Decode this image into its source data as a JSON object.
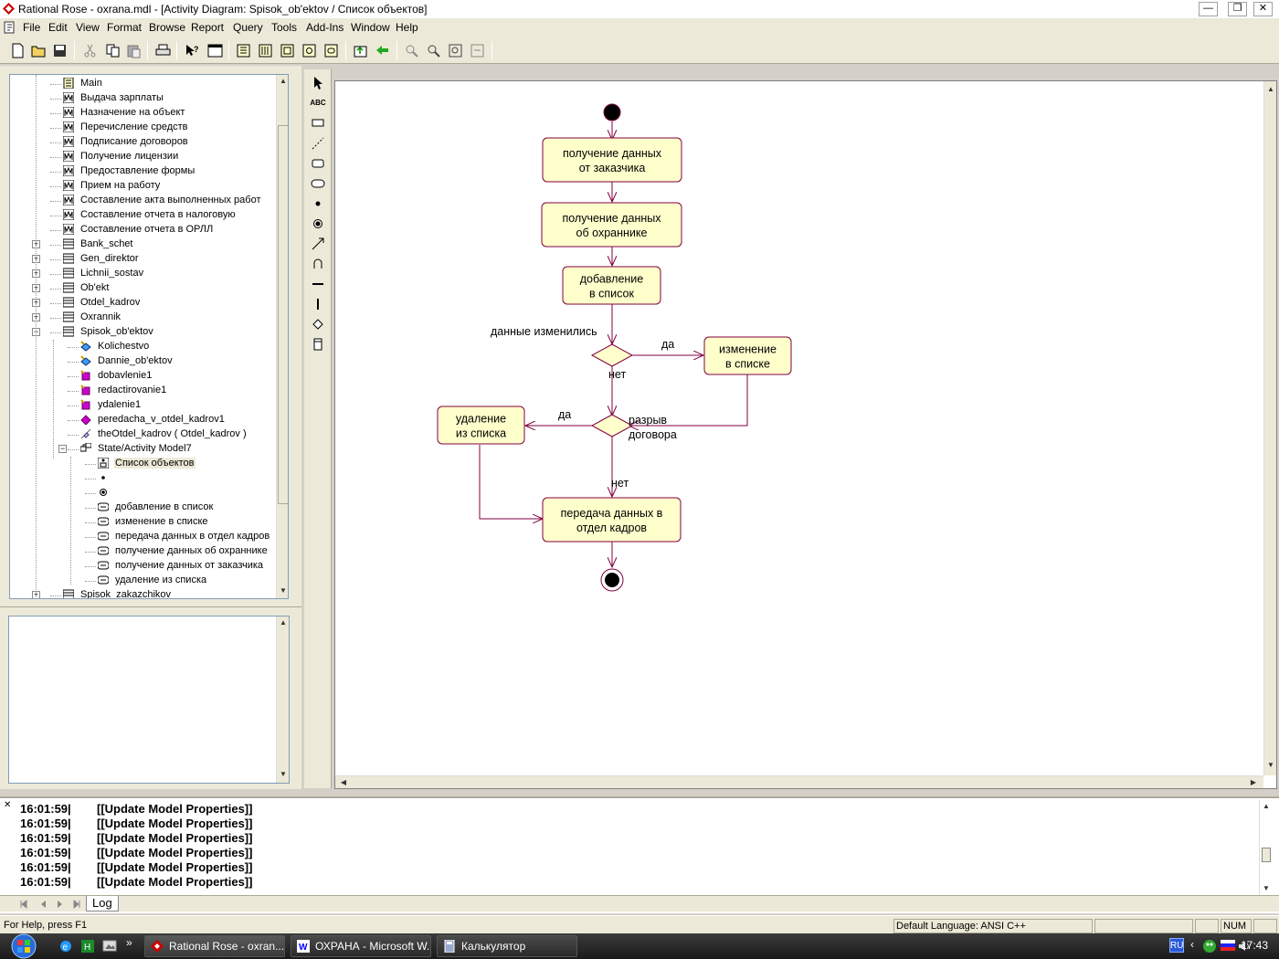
{
  "window": {
    "title": "Rational Rose - oxrana.mdl - [Activity Diagram: Spisok_ob'ektov / Список объектов]",
    "min_glyph": "—",
    "max_glyph": "❐",
    "close_glyph": "✕"
  },
  "menu": [
    "File",
    "Edit",
    "View",
    "Format",
    "Browse",
    "Report",
    "Query",
    "Tools",
    "Add-Ins",
    "Window",
    "Help"
  ],
  "tree": {
    "items": [
      {
        "label": "Main",
        "icon": "class-diagram-icon",
        "indent": 0,
        "expander": ""
      },
      {
        "label": "Выдача зарплаты",
        "icon": "activity-diagram-icon",
        "indent": 0,
        "expander": ""
      },
      {
        "label": "Назначение на объект",
        "icon": "activity-diagram-icon",
        "indent": 0,
        "expander": ""
      },
      {
        "label": "Перечисление средств",
        "icon": "activity-diagram-icon",
        "indent": 0,
        "expander": ""
      },
      {
        "label": "Подписание договоров",
        "icon": "activity-diagram-icon",
        "indent": 0,
        "expander": ""
      },
      {
        "label": "Получение лицензии",
        "icon": "activity-diagram-icon",
        "indent": 0,
        "expander": ""
      },
      {
        "label": "Предоставление формы",
        "icon": "activity-diagram-icon",
        "indent": 0,
        "expander": ""
      },
      {
        "label": "Прием на работу",
        "icon": "activity-diagram-icon",
        "indent": 0,
        "expander": ""
      },
      {
        "label": "Составление акта выполненных работ",
        "icon": "activity-diagram-icon",
        "indent": 0,
        "expander": ""
      },
      {
        "label": "Составление отчета в налоговую",
        "icon": "activity-diagram-icon",
        "indent": 0,
        "expander": ""
      },
      {
        "label": "Составление отчета в ОРЛЛ",
        "icon": "activity-diagram-icon",
        "indent": 0,
        "expander": ""
      },
      {
        "label": "Bank_schet",
        "icon": "class-icon",
        "indent": 0,
        "expander": "+"
      },
      {
        "label": "Gen_direktor",
        "icon": "class-icon",
        "indent": 0,
        "expander": "+"
      },
      {
        "label": "Lichnii_sostav",
        "icon": "class-icon",
        "indent": 0,
        "expander": "+"
      },
      {
        "label": "Ob'ekt",
        "icon": "class-icon",
        "indent": 0,
        "expander": "+"
      },
      {
        "label": "Otdel_kadrov",
        "icon": "class-icon",
        "indent": 0,
        "expander": "+"
      },
      {
        "label": "Oxrannik",
        "icon": "class-icon",
        "indent": 0,
        "expander": "+"
      },
      {
        "label": "Spisok_ob'ektov",
        "icon": "class-icon",
        "indent": 0,
        "expander": "−"
      },
      {
        "label": "Kolichestvo",
        "icon": "attribute-icon",
        "indent": 1,
        "expander": ""
      },
      {
        "label": "Dannie_ob'ektov",
        "icon": "attribute-icon",
        "indent": 1,
        "expander": ""
      },
      {
        "label": "dobavlenie1",
        "icon": "operation-icon",
        "indent": 1,
        "expander": ""
      },
      {
        "label": "redactirovanie1",
        "icon": "operation-icon",
        "indent": 1,
        "expander": ""
      },
      {
        "label": "ydalenie1",
        "icon": "operation-icon",
        "indent": 1,
        "expander": ""
      },
      {
        "label": "peredacha_v_otdel_kadrov1",
        "icon": "operation-public-icon",
        "indent": 1,
        "expander": ""
      },
      {
        "label": "theOtdel_kadrov ( Otdel_kadrov )",
        "icon": "association-role-icon",
        "indent": 1,
        "expander": ""
      },
      {
        "label": "State/Activity Model7",
        "icon": "state-model-icon",
        "indent": 1,
        "expander": "−"
      },
      {
        "label": "Список объектов",
        "icon": "activity-diagram-selected-icon",
        "indent": 2,
        "expander": "",
        "selected": true
      },
      {
        "label": "",
        "icon": "start-state-icon",
        "indent": 2,
        "expander": ""
      },
      {
        "label": "",
        "icon": "end-state-icon",
        "indent": 2,
        "expander": ""
      },
      {
        "label": "добавление в список",
        "icon": "activity-icon",
        "indent": 2,
        "expander": ""
      },
      {
        "label": "изменение в списке",
        "icon": "activity-icon",
        "indent": 2,
        "expander": ""
      },
      {
        "label": "передача данных в отдел кадров",
        "icon": "activity-icon",
        "indent": 2,
        "expander": ""
      },
      {
        "label": "получение данных об охраннике",
        "icon": "activity-icon",
        "indent": 2,
        "expander": ""
      },
      {
        "label": "получение данных от заказчика",
        "icon": "activity-icon",
        "indent": 2,
        "expander": ""
      },
      {
        "label": "удаление из списка",
        "icon": "activity-icon",
        "indent": 2,
        "expander": ""
      },
      {
        "label": "Spisok_zakazchikov",
        "icon": "class-icon",
        "indent": 0,
        "expander": "+"
      }
    ]
  },
  "palette": [
    "selection-arrow-tool",
    "text-box-tool",
    "note-tool",
    "anchor-note-tool",
    "state-tool",
    "activity-tool",
    "start-state-tool",
    "end-state-tool",
    "state-transition-tool",
    "transition-to-self-tool",
    "horizontal-sync-tool",
    "vertical-sync-tool",
    "decision-tool",
    "swimlane-tool"
  ],
  "palette_text": {
    "abc": "ABC"
  },
  "diagram": {
    "activities": {
      "a1": "получение данных|от заказчика",
      "a2": "получение данных|об охраннике",
      "a3": "добавление|в список",
      "a4": "изменение|в списке",
      "a5": "удаление|из списка",
      "a6": "передача данных в|отдел кадров"
    },
    "labels": {
      "changed": "данные изменились",
      "yes1": "да",
      "no1": "нет",
      "yes2": "да",
      "break1": "разрыв",
      "break2": "договора",
      "no2": "нет"
    },
    "colors": {
      "fill": "#ffffcc",
      "stroke": "#800040"
    }
  },
  "log": {
    "lines": [
      {
        "time": "16:01:59|",
        "msg": "[[Update Model Properties]]"
      },
      {
        "time": "16:01:59|",
        "msg": "[[Update Model Properties]]"
      },
      {
        "time": "16:01:59|",
        "msg": "[[Update Model Properties]]"
      },
      {
        "time": "16:01:59|",
        "msg": "[[Update Model Properties]]"
      },
      {
        "time": "16:01:59|",
        "msg": "[[Update Model Properties]]"
      },
      {
        "time": "16:01:59|",
        "msg": "[[Update Model Properties]]"
      }
    ],
    "tab": "Log"
  },
  "status": {
    "help": "For Help, press F1",
    "language": "Default Language: ANSI C++",
    "num": "NUM"
  },
  "taskbar": {
    "tasks": [
      "Rational Rose - oxran...",
      "ОХРАНА - Microsoft W...",
      "Калькулятор"
    ],
    "lang": "RU",
    "clock": "17:43"
  }
}
